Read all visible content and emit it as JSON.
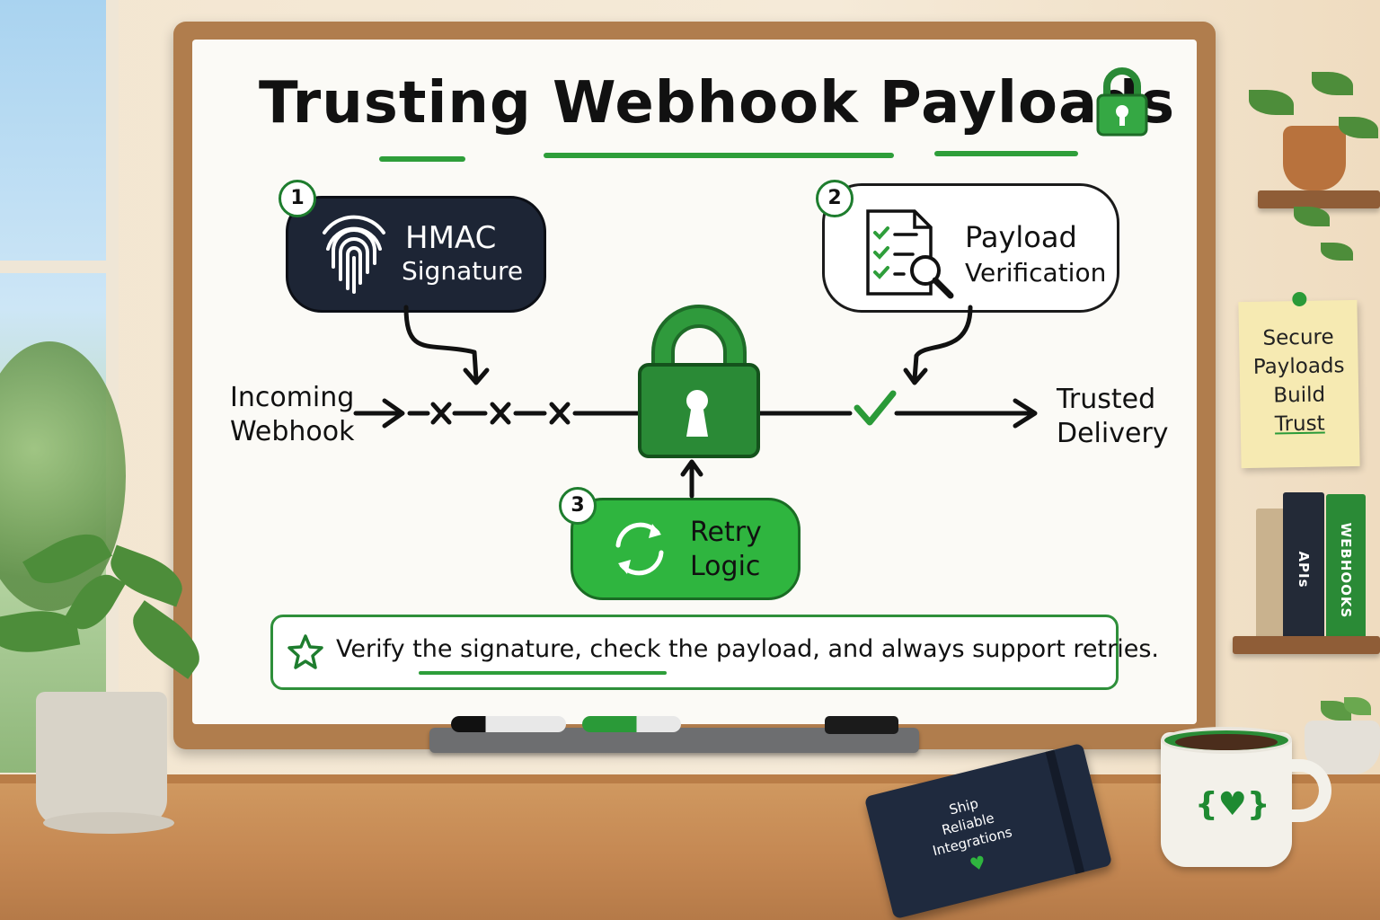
{
  "title": "Trusting Webhook Payloads",
  "steps": [
    {
      "number": "1",
      "line1": "HMAC",
      "line2": "Signature"
    },
    {
      "number": "2",
      "line1": "Payload",
      "line2": "Verification"
    },
    {
      "number": "3",
      "line1": "Retry",
      "line2": "Logic"
    }
  ],
  "flow": {
    "start_line1": "Incoming",
    "start_line2": "Webhook",
    "end_line1": "Trusted",
    "end_line2": "Delivery"
  },
  "callout": "Verify the signature, check the payload, and always support retries.",
  "sticky_note": [
    "Secure",
    "Payloads",
    "Build",
    "Trust"
  ],
  "books": [
    "APIs",
    "WEBHOOKS"
  ],
  "notebook": [
    "Ship",
    "Reliable",
    "Integrations"
  ],
  "colors": {
    "accent": "#2fb53f",
    "dark": "#1d2535",
    "lock": "#2a8a36"
  }
}
